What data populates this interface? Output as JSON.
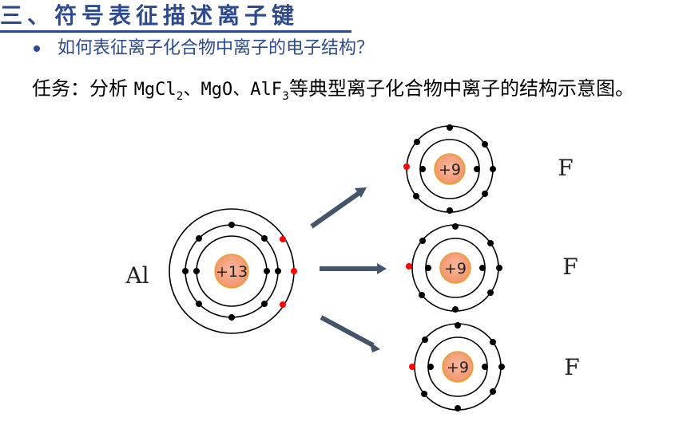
{
  "heading": {
    "title": "三、符号表征描述离子键"
  },
  "bullet": {
    "text": "如何表征离子化合物中离子的电子结构？"
  },
  "task": {
    "prefix": "任务：分析 ",
    "mg": "MgCl",
    "sub2": "2",
    "sep1": "、MgO、AlF",
    "sub3": "3",
    "rest": "等典型离子化合物中离子的结构示意图。"
  },
  "atoms": {
    "al": {
      "label": "Al",
      "nucleus": "+13"
    },
    "f1": {
      "label": "F",
      "nucleus": "+9"
    },
    "f2": {
      "label": "F",
      "nucleus": "+9"
    },
    "f3": {
      "label": "F",
      "nucleus": "+9"
    }
  },
  "colors": {
    "title": "#2E4A8E",
    "arrow": "#44546A",
    "nucleus": "#F4A987",
    "valence_electron": "#FF0000"
  }
}
